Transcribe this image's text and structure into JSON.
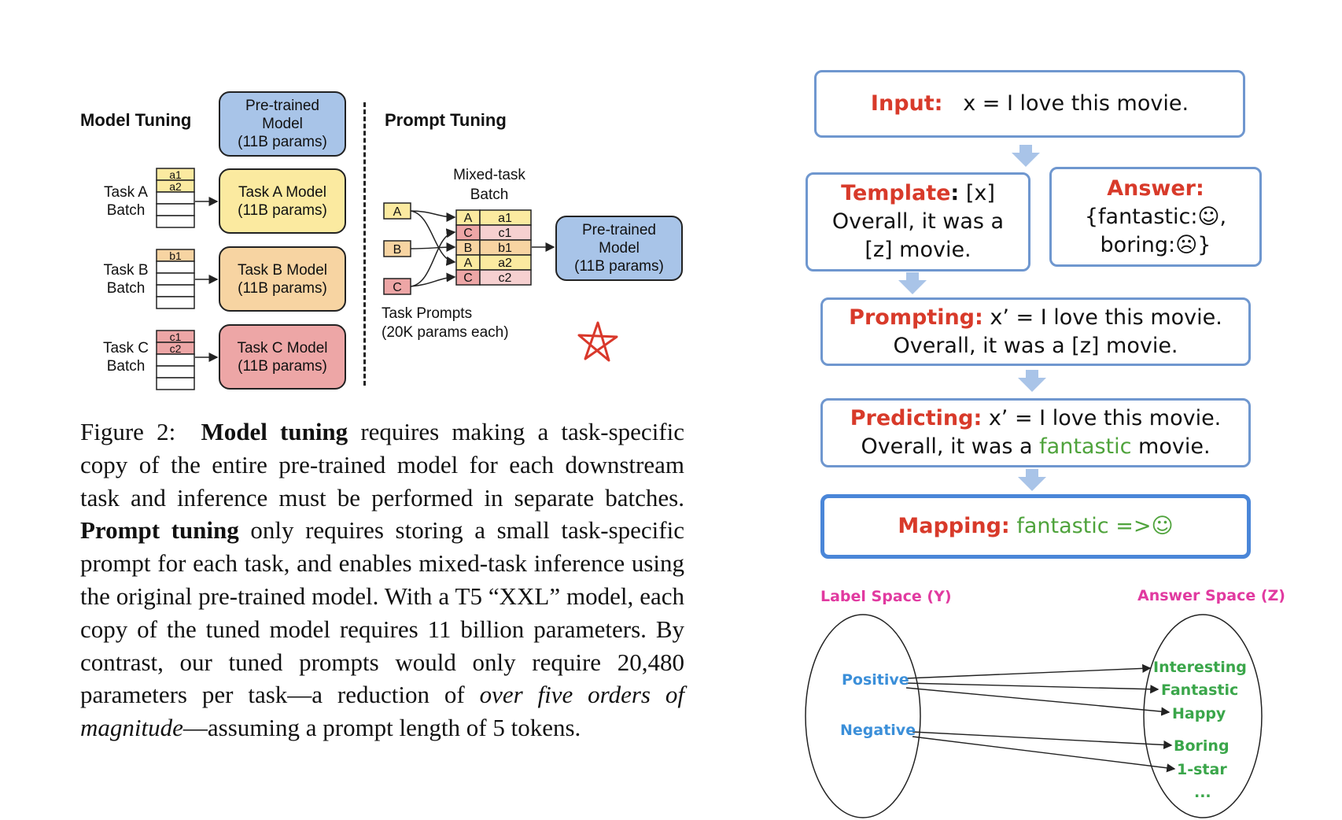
{
  "left_diagram": {
    "model_tuning_heading": "Model Tuning",
    "prompt_tuning_heading": "Prompt Tuning",
    "pretrained_top": [
      "Pre-trained",
      "Model",
      "(11B params)"
    ],
    "task_models": [
      {
        "lines": [
          "Task A Model",
          "(11B params)"
        ],
        "color": "#fbeaa0"
      },
      {
        "lines": [
          "Task B Model",
          "(11B params)"
        ],
        "color": "#f7d4a2"
      },
      {
        "lines": [
          "Task C Model",
          "(11B params)"
        ],
        "color": "#eda6a6"
      }
    ],
    "task_batches": [
      {
        "lines": [
          "Task A",
          "Batch"
        ],
        "cells": [
          "a1",
          "a2"
        ]
      },
      {
        "lines": [
          "Task B",
          "Batch"
        ],
        "cells": [
          "b1"
        ]
      },
      {
        "lines": [
          "Task C",
          "Batch"
        ],
        "cells": [
          "c1",
          "c2"
        ]
      }
    ],
    "mixed_task_batch": [
      "Mixed-task",
      "Batch"
    ],
    "prompts": [
      "A",
      "B",
      "C"
    ],
    "mixed_rows": [
      {
        "task": "A",
        "item": "a1"
      },
      {
        "task": "C",
        "item": "c1"
      },
      {
        "task": "B",
        "item": "b1"
      },
      {
        "task": "A",
        "item": "a2"
      },
      {
        "task": "C",
        "item": "c2"
      }
    ],
    "pretrained_right": [
      "Pre-trained",
      "Model",
      "(11B params)"
    ],
    "task_prompts_label": [
      "Task Prompts",
      "(20K params each)"
    ],
    "colors": {
      "model_blue": "#a8c4e8",
      "prompt_a": "#fbeaa0",
      "prompt_b": "#f7d4a2",
      "prompt_c": "#eda6a6",
      "star": "#d9382b"
    }
  },
  "caption": {
    "figure_label": "Figure 2:",
    "model_tuning_bold": "Model tuning",
    "text1": " requires making a task-specific copy of the entire pre-trained model for each downstream task and inference must be performed in separate batches. ",
    "prompt_tuning_bold": "Prompt tuning",
    "text2": " only requires storing a small task-specific prompt for each task, and enables mixed-task inference using the original pre-trained model. With a T5 “XXL” model, each copy of the tuned model requires 11 billion parameters. By contrast, our tuned prompts would only require 20,480 parameters per task—a reduction of ",
    "italic": "over five orders of magnitude",
    "text3": "—assuming a prompt length of 5 tokens."
  },
  "flow": {
    "input_label": "Input:",
    "input_text": "x = I love this movie.",
    "template_label": "Template",
    "template_colon": ":",
    "template_text1": " [x]",
    "template_text2": "Overall, it was a",
    "template_text3": "[z] movie.",
    "answer_label": "Answer:",
    "answer_text1": "{fantastic:☺,",
    "answer_text2": "boring:☹}",
    "prompting_label": "Prompting:",
    "prompting_text1": " x’ = I love this movie.",
    "prompting_text2": "Overall, it was a [z] movie.",
    "predicting_label": "Predicting:",
    "predicting_text1": " x’ = I love this movie.",
    "predicting_text2a": "Overall, it was a ",
    "predicting_green": "fantastic",
    "predicting_text2b": " movie.",
    "mapping_label": "Mapping:",
    "mapping_green": " fantastic =>☺",
    "colors": {
      "label_red": "#d83a2a",
      "box_border": "#6f97cf",
      "arrow": "#a9c4e8",
      "green": "#4fa33c"
    }
  },
  "spaces": {
    "label_space_title": "Label Space (Y)",
    "answer_space_title": "Answer Space (Z)",
    "labels": [
      "Positive",
      "Negative"
    ],
    "answers": [
      "Interesting",
      "Fantastic",
      "Happy",
      "Boring",
      "1-star",
      "..."
    ],
    "colors": {
      "title": "#e13aa0",
      "labels": "#3b8fd9",
      "answers": "#3aa64a"
    }
  }
}
